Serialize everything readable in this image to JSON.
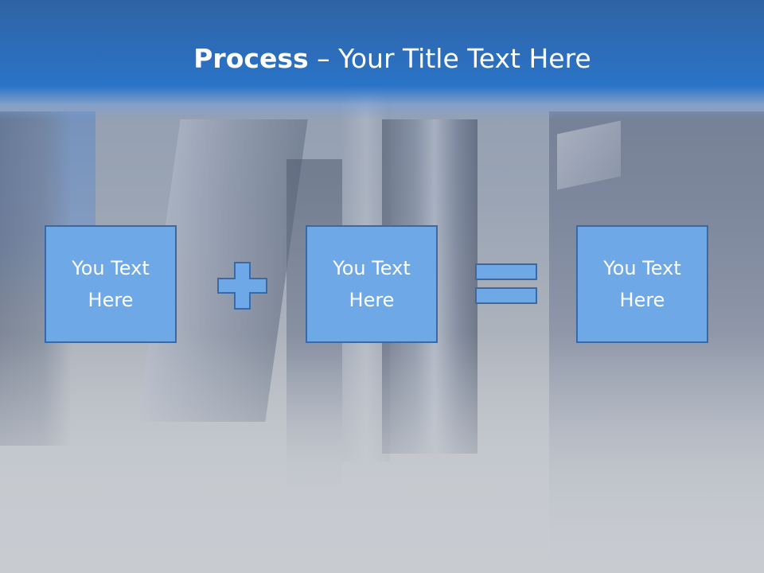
{
  "slide": {
    "title_bold": "Process",
    "title_rest": " – Your Title Text Here"
  },
  "process": {
    "boxes": [
      {
        "label": "You Text\nHere"
      },
      {
        "label": "You Text\nHere"
      },
      {
        "label": "You Text\nHere"
      }
    ],
    "operators": [
      {
        "icon": "plus-icon"
      },
      {
        "icon": "equals-icon"
      }
    ]
  },
  "colors": {
    "header": "#2a74c8",
    "box_fill": "#6ea8e6",
    "box_border": "#3a6aa6",
    "title_text": "#ffffff"
  }
}
